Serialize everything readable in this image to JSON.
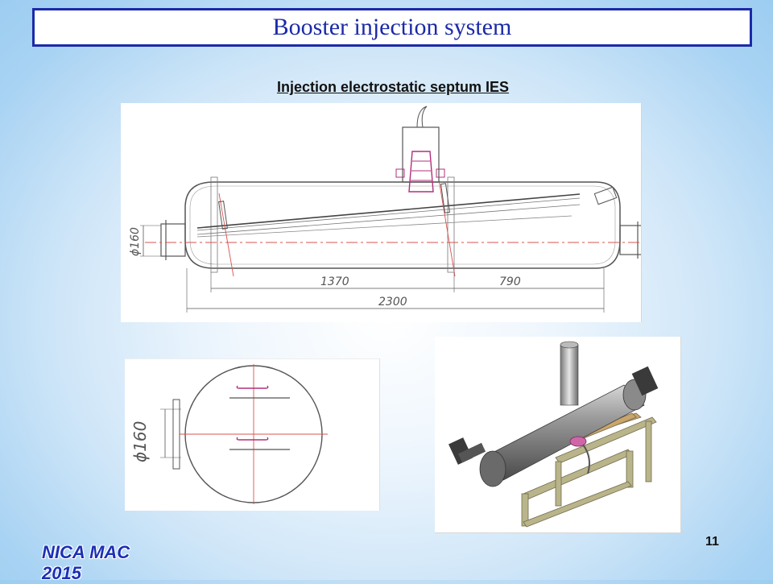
{
  "slide": {
    "title": "Booster injection system",
    "subtitle": "Injection electrostatic septum IES",
    "page_number": "11",
    "footer": "NICA MAC 2015"
  },
  "side_view": {
    "dims": {
      "diameter": "ϕ160",
      "length_a": "1370",
      "length_b": "790",
      "total_length": "2300"
    }
  },
  "end_view": {
    "dims": {
      "diameter": "ϕ160"
    }
  },
  "colors": {
    "title_blue": "#1b2aa8",
    "footer_blue": "#1c2fb5",
    "drawing_line": "#555555",
    "axis_red": "#d9534f",
    "feedthrough_magenta": "#b0307a"
  }
}
